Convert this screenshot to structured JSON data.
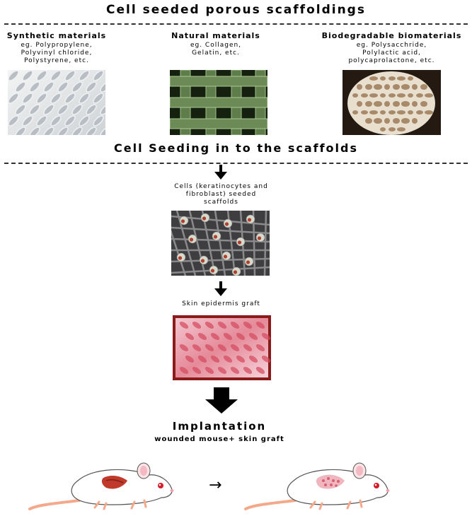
{
  "header": {
    "title": "Cell seeded porous scaffoldings"
  },
  "materials": [
    {
      "heading": "Synthetic materials",
      "examples": [
        "eg. Polypropylene,",
        "Polyvinyl chloride,",
        "Polystyrene, etc."
      ],
      "image": "synthetic-scaffold-image"
    },
    {
      "heading": "Natural materials",
      "examples": [
        "eg. Collagen,",
        "Gelatin, etc."
      ],
      "image": "natural-scaffold-image"
    },
    {
      "heading": "Biodegradable biomaterials",
      "examples": [
        "eg. Polysacchride,",
        "Polylactic acid,",
        "polycaprolactone, etc."
      ],
      "image": "biodegradable-scaffold-image"
    }
  ],
  "seeding": {
    "title": "Cell Seeding in to the scaffolds"
  },
  "seeded": {
    "caption_lines": [
      "Cells (keratinocytes and",
      "fibroblast) seeded",
      "scaffolds"
    ]
  },
  "graft": {
    "caption": "Skin epidermis graft"
  },
  "implantation": {
    "title": "Implantation",
    "subtitle": "wounded mouse+ skin graft"
  },
  "mice": {
    "arrow": "→",
    "left": "wounded-mouse",
    "right": "grafted-mouse"
  },
  "colors": {
    "wound": "#c0392b",
    "graft_border": "#8b1a1a",
    "arrow": "#000000"
  }
}
